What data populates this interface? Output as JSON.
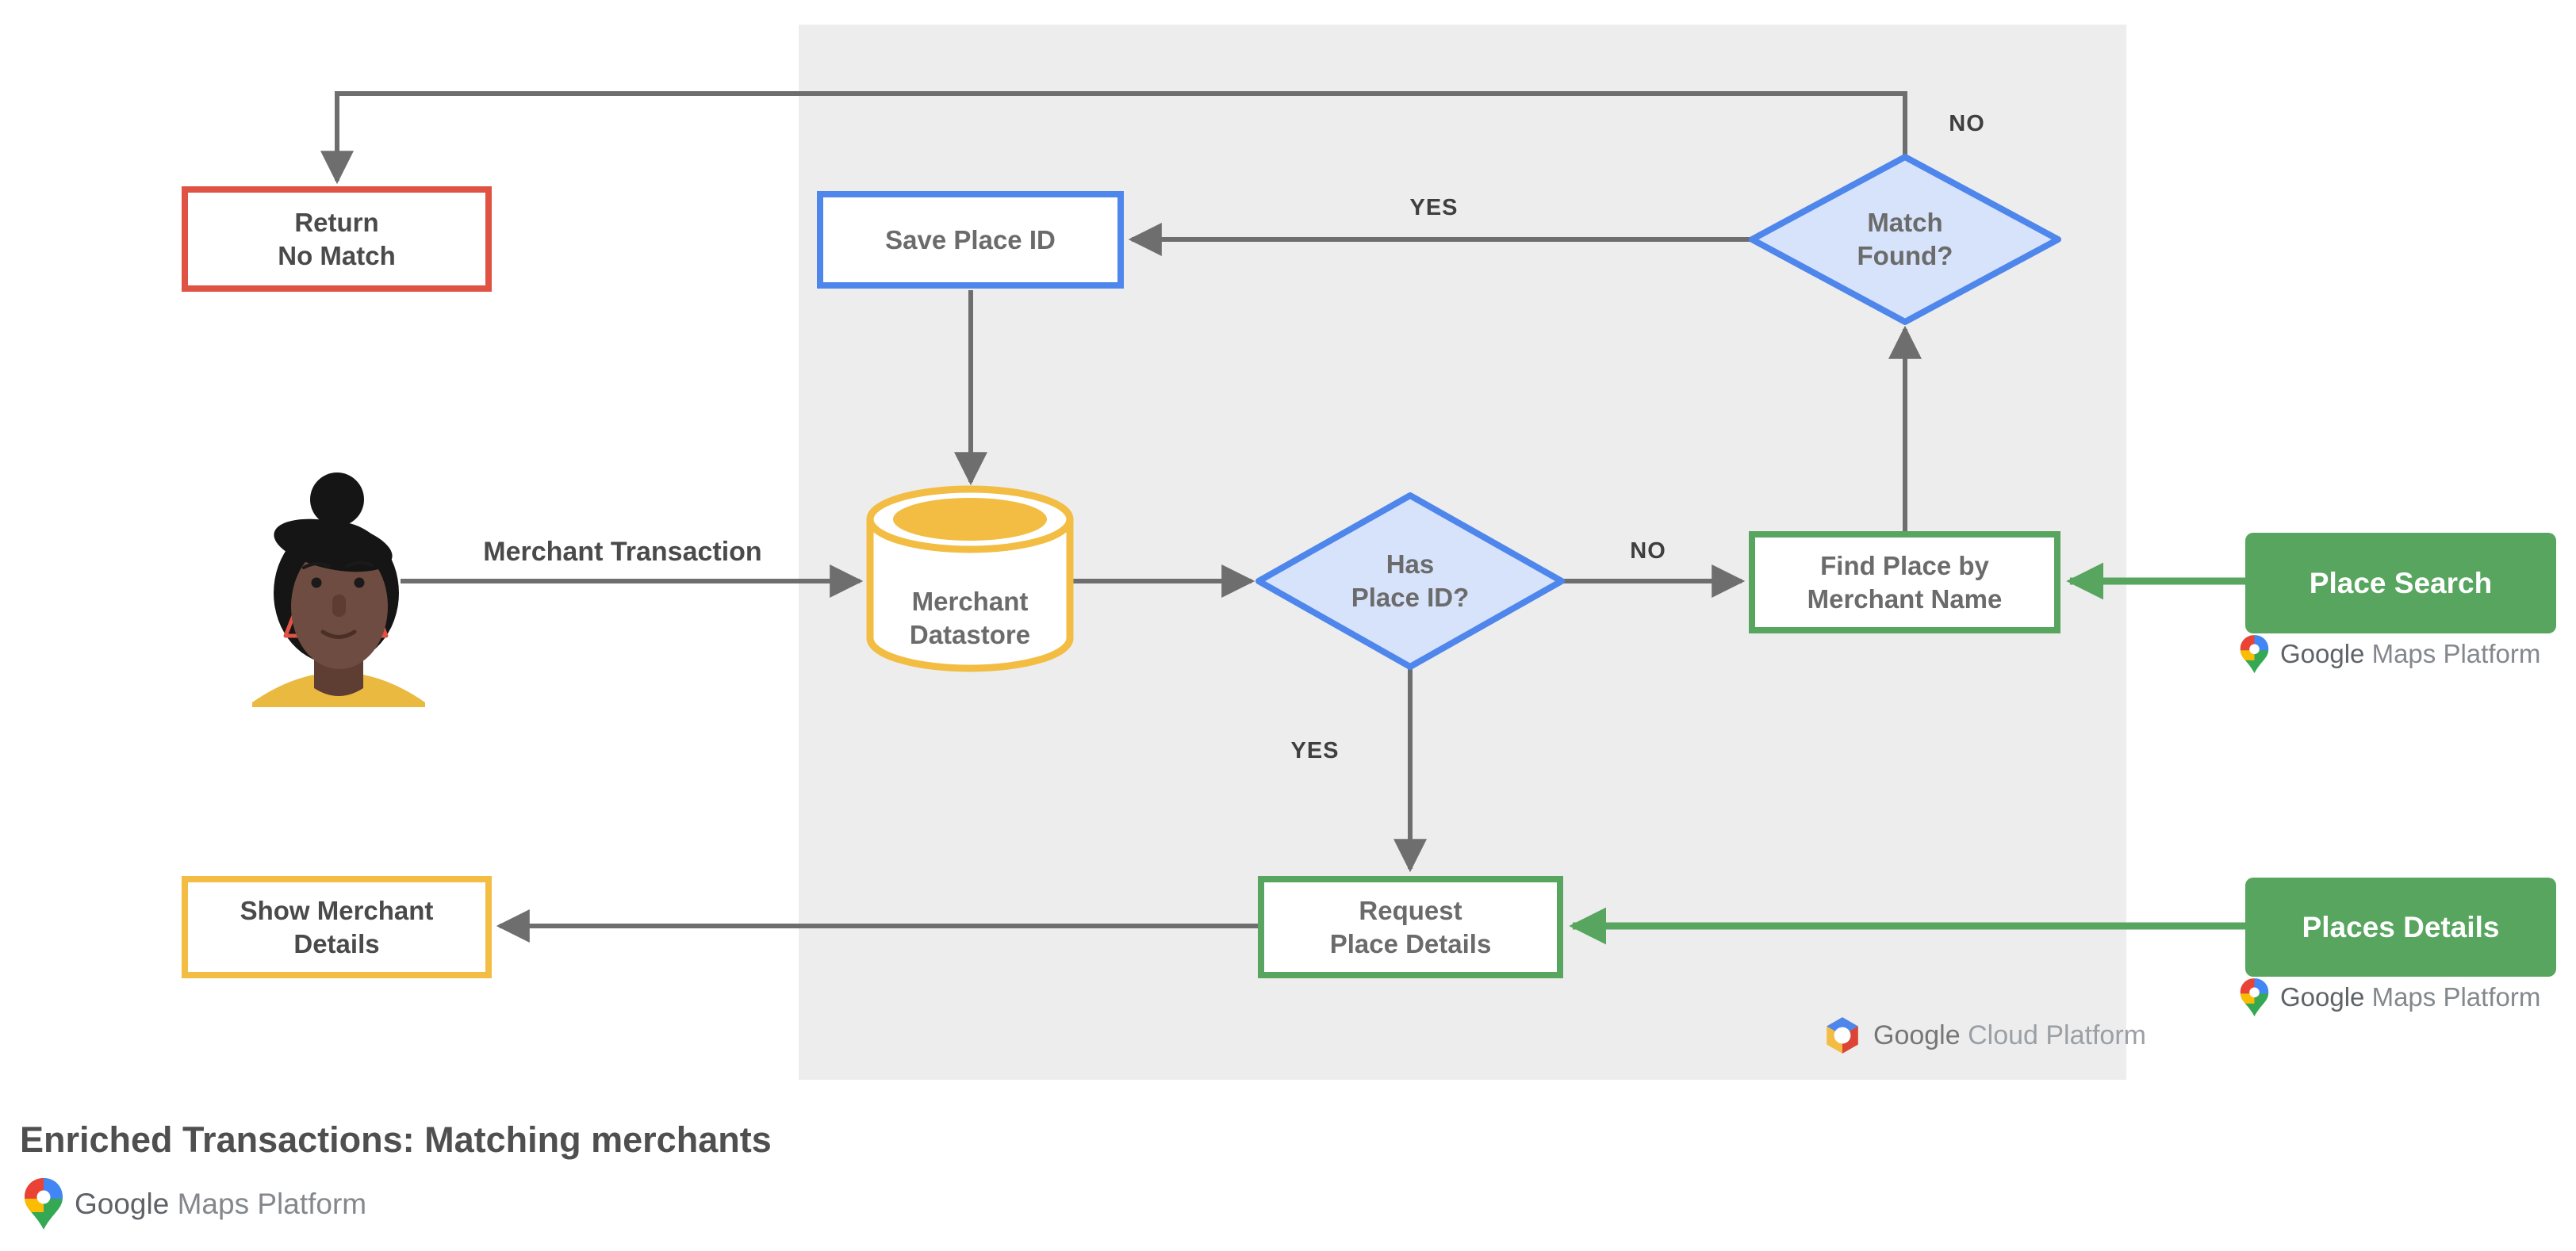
{
  "title": "Enriched Transactions: Matching merchants",
  "actor_label": "Merchant Transaction",
  "nodes": {
    "return_no_match": {
      "label": "Return\nNo Match"
    },
    "save_place_id": {
      "label": "Save Place ID"
    },
    "match_found": {
      "label": "Match\nFound?"
    },
    "merchant_datastore": {
      "label": "Merchant\nDatastore"
    },
    "has_place_id": {
      "label": "Has\nPlace ID?"
    },
    "find_place_by_merchant_name": {
      "label": "Find Place by\nMerchant Name"
    },
    "place_search": {
      "label": "Place Search"
    },
    "request_place_details": {
      "label": "Request\nPlace Details"
    },
    "places_details": {
      "label": "Places Details"
    },
    "show_merchant_details": {
      "label": "Show Merchant\nDetails"
    }
  },
  "edge_labels": {
    "match_found_no": "NO",
    "match_found_yes": "YES",
    "has_place_id_no": "NO",
    "has_place_id_yes": "YES"
  },
  "branding": {
    "cloud_google": "Google",
    "cloud_suffix": "Cloud Platform",
    "maps_google": "Google",
    "maps_suffix": "Maps Platform"
  },
  "colors": {
    "red": "#E05243",
    "blue": "#4E86EC",
    "blue_fill": "#D7E3FA",
    "yellow": "#F2BD42",
    "green": "#57A55E",
    "line": "#6E6E6E",
    "panel": "#EDEDED"
  }
}
